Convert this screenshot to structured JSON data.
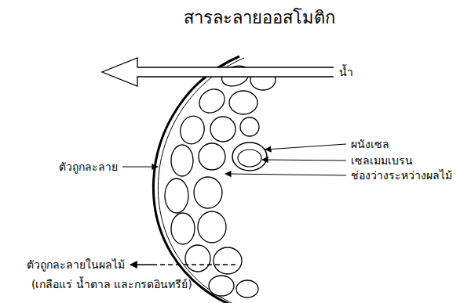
{
  "diagram": {
    "title": "สารละลายออสโมติก",
    "labels": [
      "น้ำ",
      "ผนังเซล",
      "ตัวถูกละลาย",
      "เซลเมมเบรน",
      "ช่องว่างระหว่างผลไม้",
      "ตัวถูกละลายในผลไม้",
      "(เกลือแร่ น้ำตาล และกรดอินทรีย์)"
    ]
  }
}
